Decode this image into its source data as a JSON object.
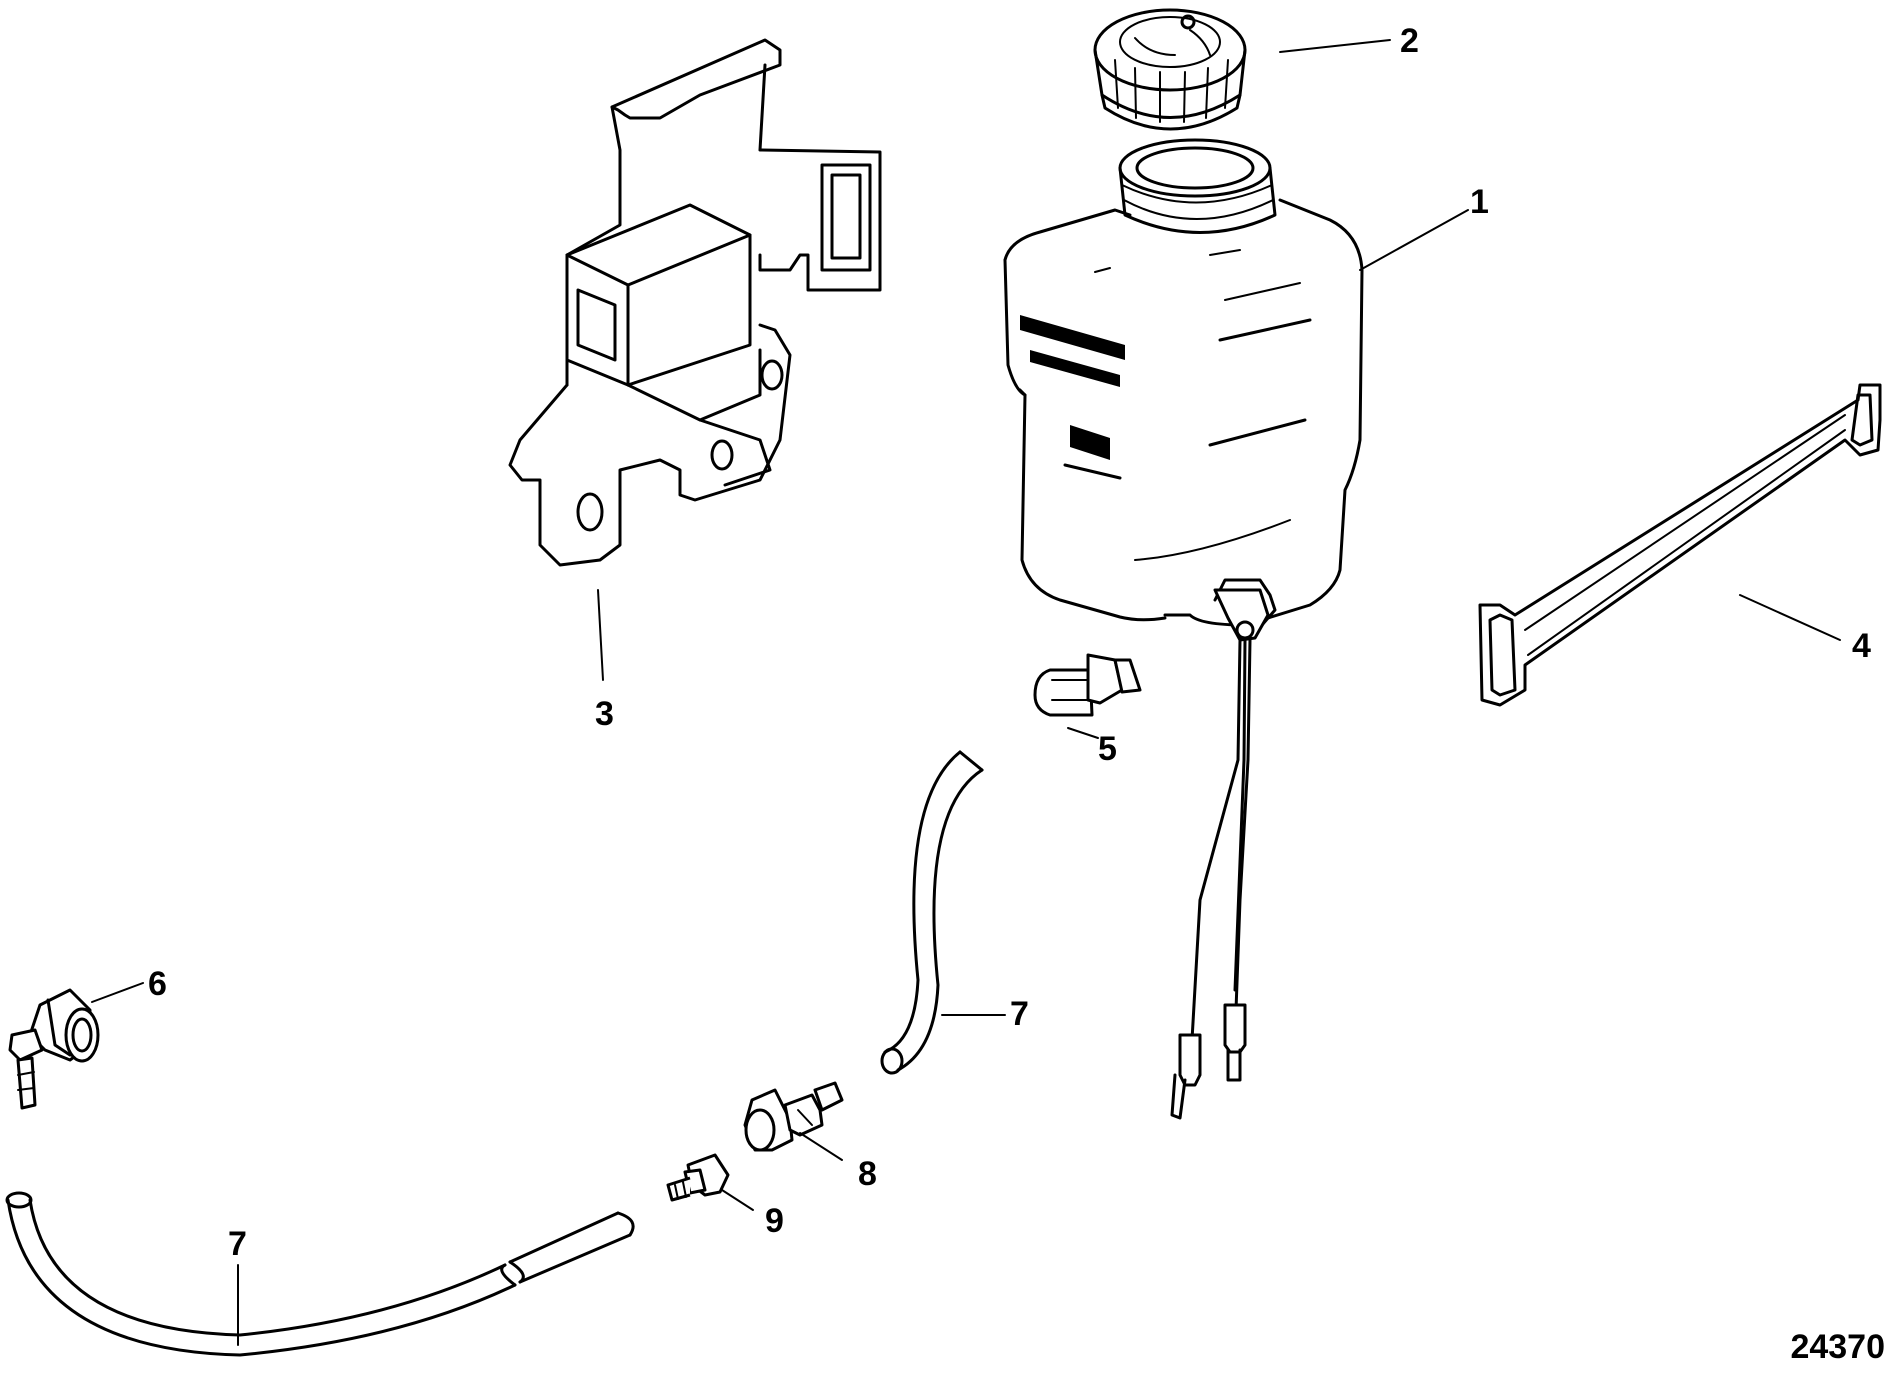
{
  "callouts": {
    "c1": "1",
    "c2": "2",
    "c3": "3",
    "c4": "4",
    "c5": "5",
    "c6": "6",
    "c7a": "7",
    "c7b": "7",
    "c8": "8",
    "c9": "9"
  },
  "figure_number": "24370"
}
